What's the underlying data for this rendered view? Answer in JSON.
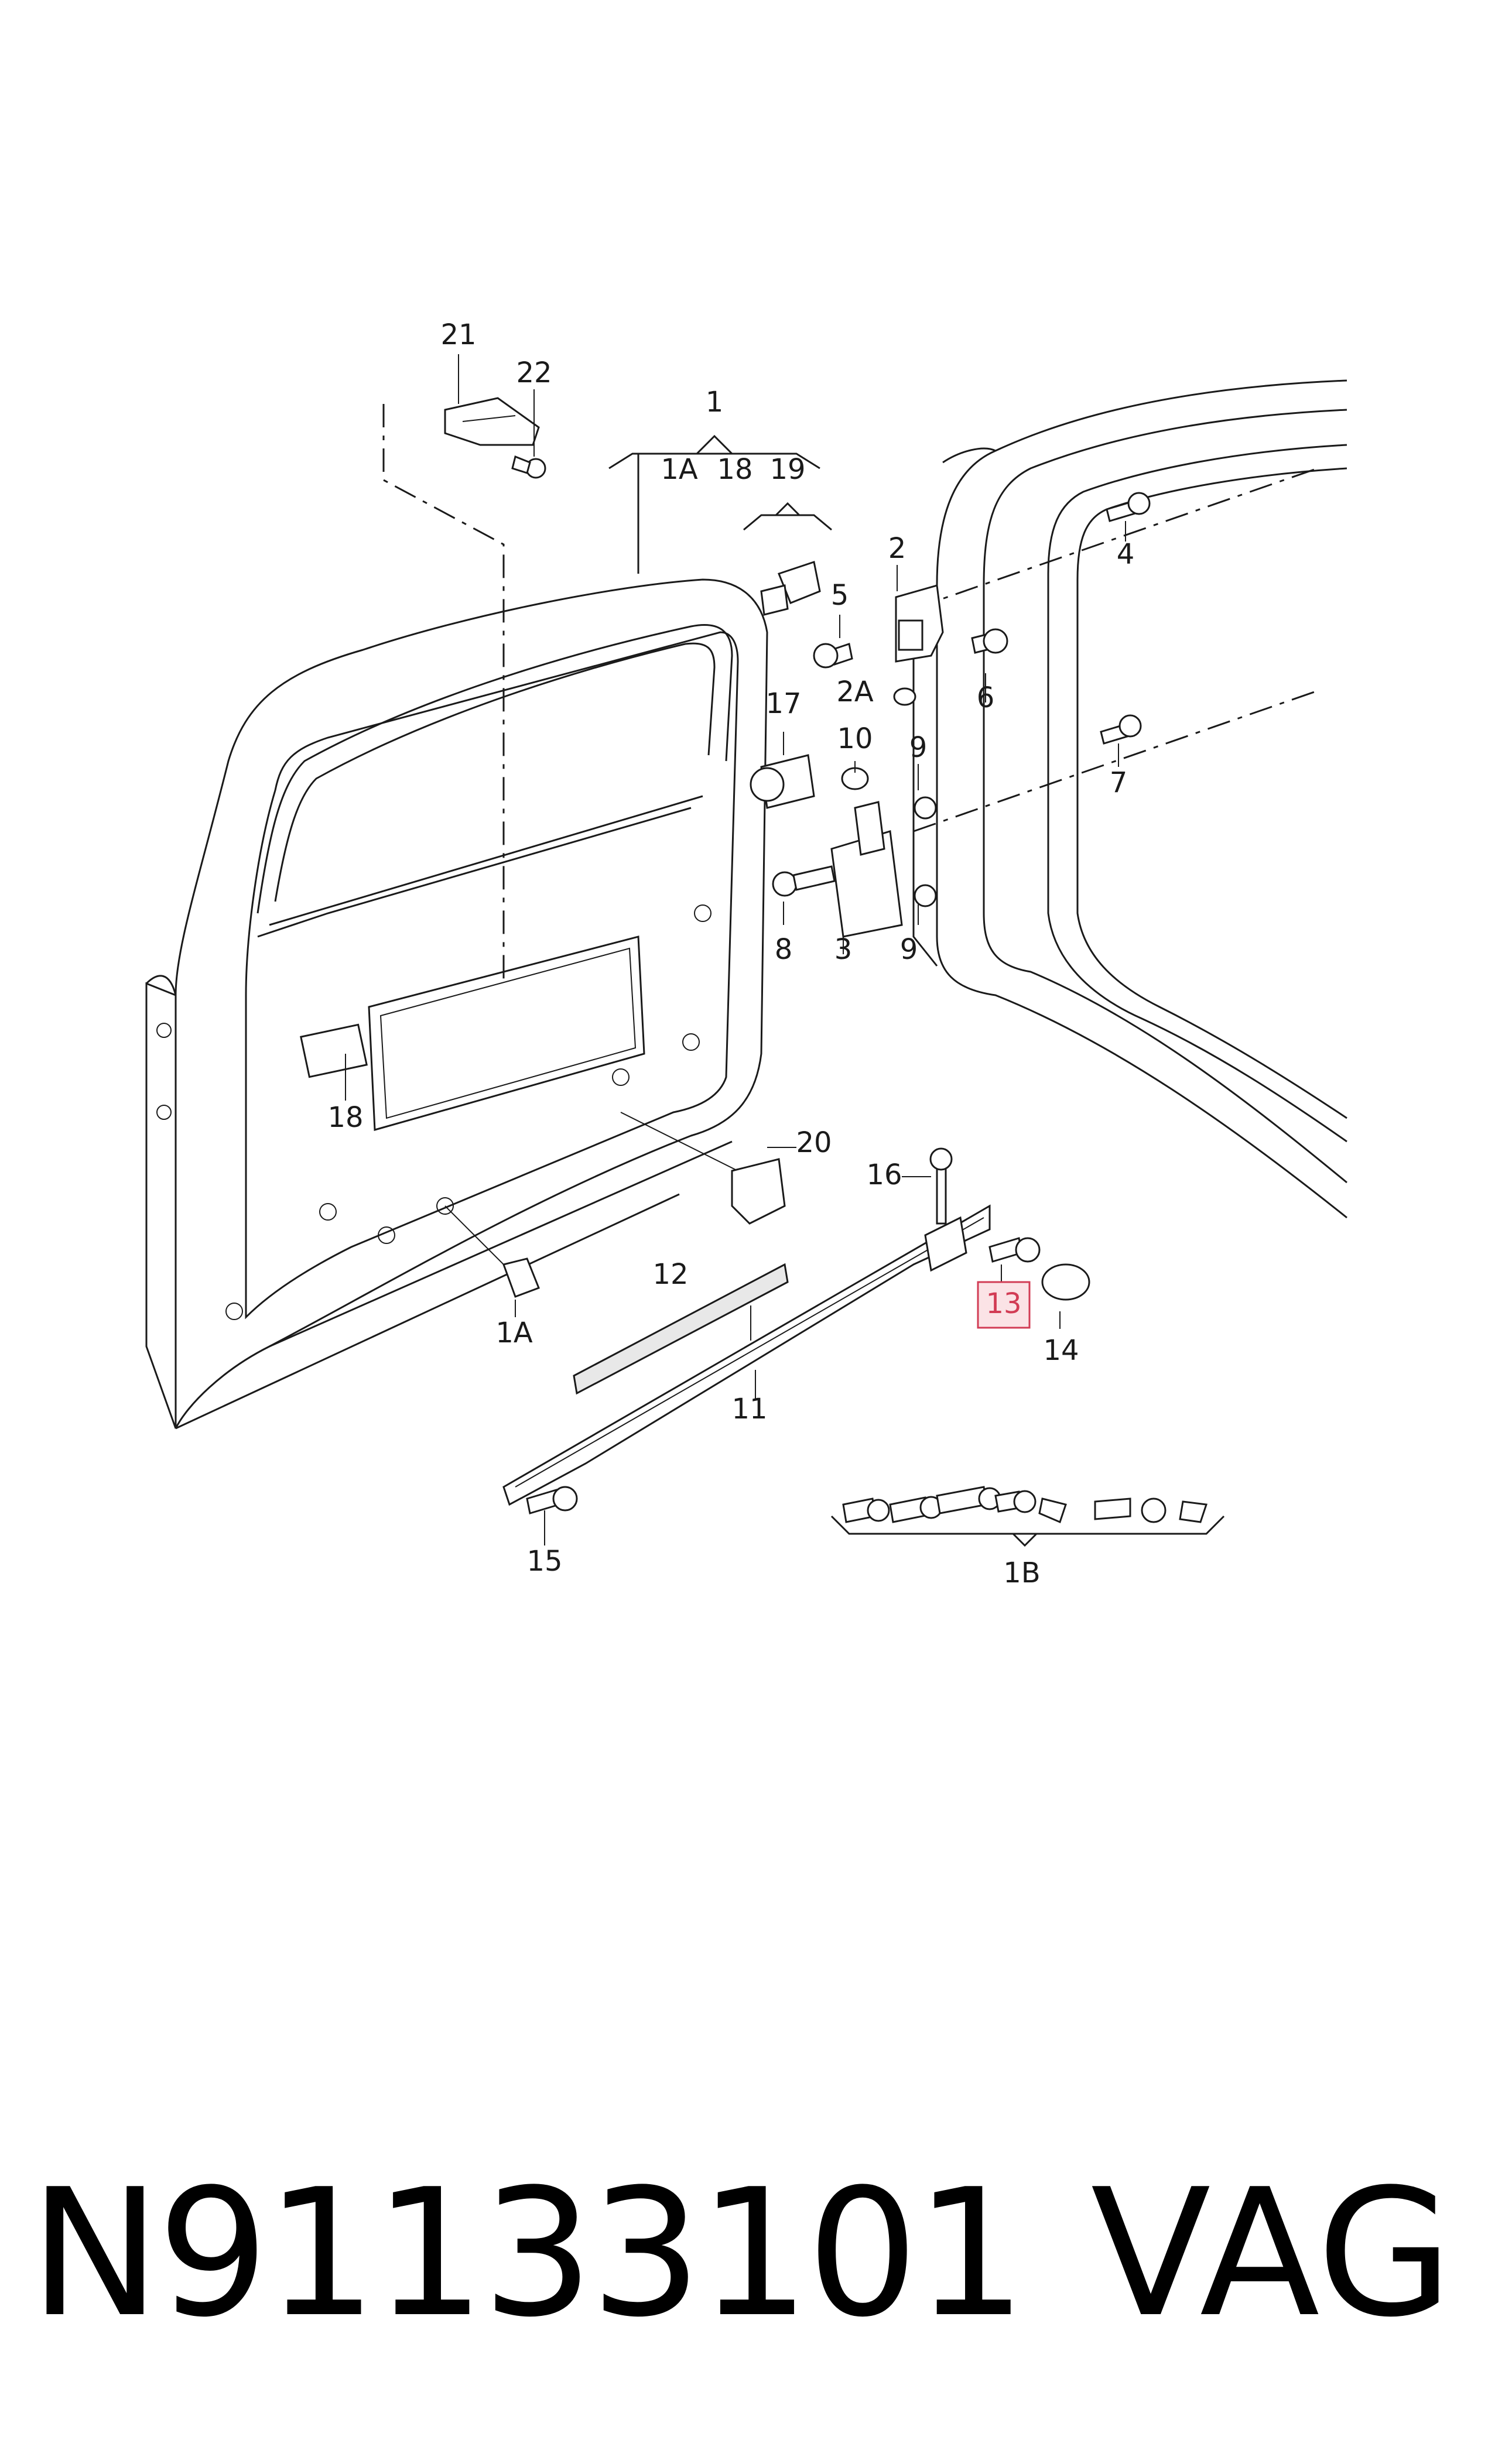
{
  "diagram": {
    "callouts": {
      "c1": "1",
      "c1A_top": "1A",
      "c18_top": "18",
      "c19": "19",
      "c21": "21",
      "c22": "22",
      "c2": "2",
      "c2A": "2A",
      "c3": "3",
      "c4": "4",
      "c5": "5",
      "c6": "6",
      "c7": "7",
      "c8": "8",
      "c9_upper": "9",
      "c9_lower": "9",
      "c10": "10",
      "c11": "11",
      "c12": "12",
      "c13": "13",
      "c14": "14",
      "c15": "15",
      "c16": "16",
      "c17": "17",
      "c18_left": "18",
      "c20": "20",
      "c1A_bottom": "1A",
      "c1B": "1B"
    },
    "highlighted_callout": "13",
    "highlight_color": "#d23c55"
  },
  "footer": {
    "part_number": "N91133101",
    "brand": "VAG"
  }
}
